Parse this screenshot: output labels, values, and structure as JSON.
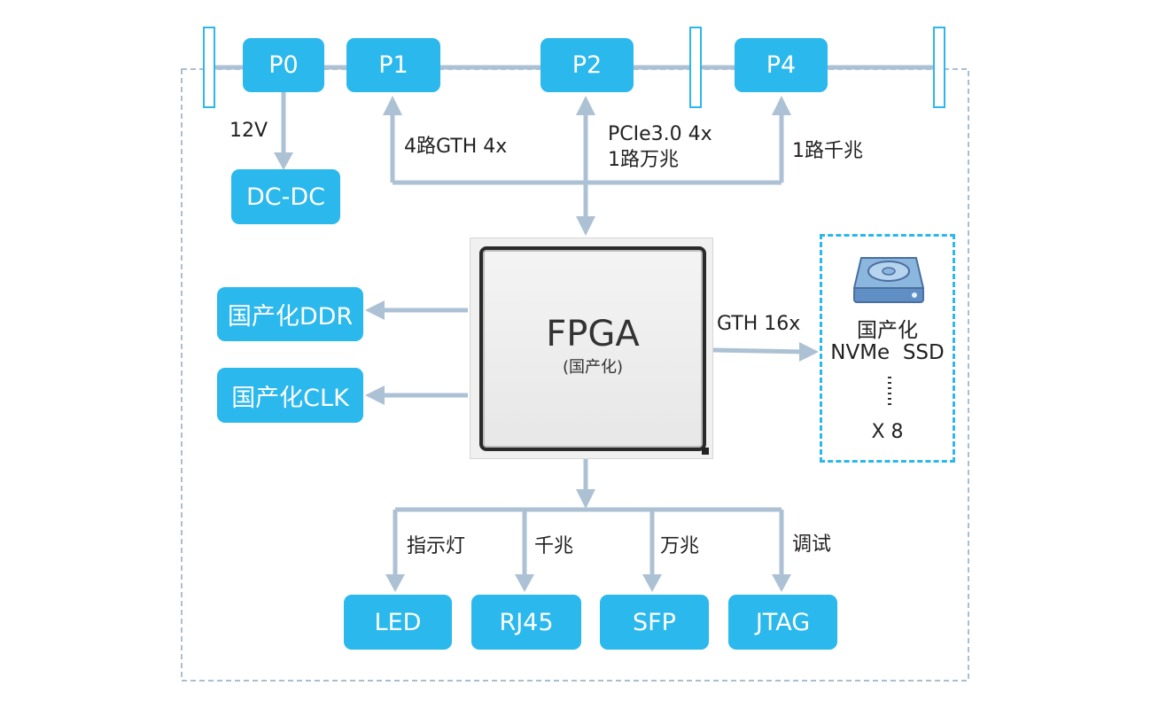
{
  "colors": {
    "box_fill": "#2bb8ec",
    "box_text": "#ffffff",
    "wire": "#adc1d4",
    "frame": "#a8bfd2",
    "label_text": "#222222"
  },
  "connectors": {
    "p0": "P0",
    "p1": "P1",
    "p2": "P2",
    "p4": "P4"
  },
  "power": {
    "voltage_label": "12V",
    "module": "DC-DC"
  },
  "links": {
    "p1_label": "4路GTH 4x",
    "p2_label_line1": "PCIe3.0 4x",
    "p2_label_line2": "1路万兆",
    "p4_label": "1路千兆"
  },
  "fpga": {
    "title": "FPGA",
    "subtitle": "(国产化)"
  },
  "memory": {
    "ddr": "国产化DDR",
    "clk": "国产化CLK"
  },
  "storage": {
    "link_label": "GTH 16x",
    "name_line1": "国产化",
    "name_line2": "NVMe  SSD",
    "count": "X 8",
    "icon": "hard-drive-icon"
  },
  "peripherals": [
    {
      "label": "指示灯",
      "module": "LED"
    },
    {
      "label": "千兆",
      "module": "RJ45"
    },
    {
      "label": "万兆",
      "module": "SFP"
    },
    {
      "label": "调试",
      "module": "JTAG"
    }
  ]
}
